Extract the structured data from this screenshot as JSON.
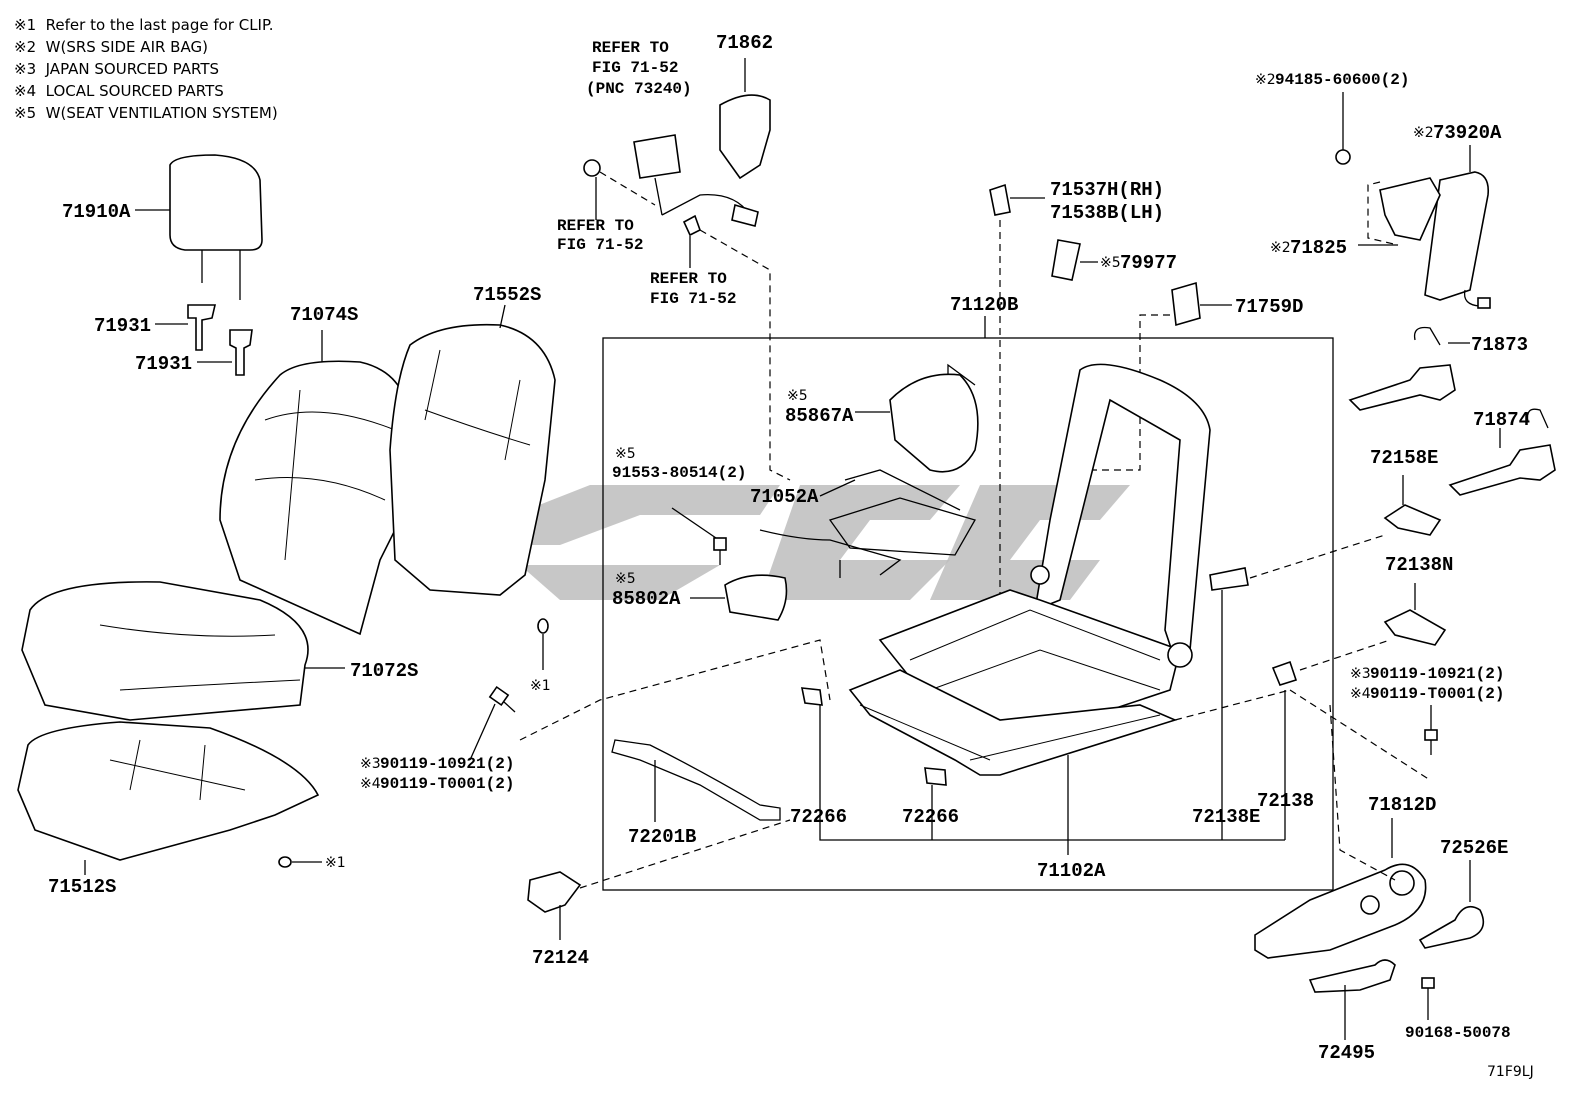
{
  "notes": [
    "※1  Refer to the last page for CLIP.",
    "※2  W(SRS SIDE AIR BAG)",
    "※3  JAPAN SOURCED PARTS",
    "※4  LOCAL SOURCED PARTS",
    "※5  W(SEAT VENTILATION SYSTEM)"
  ],
  "refer": {
    "top_line1": "REFER TO",
    "top_line2": "FIG 71-52",
    "top_line3": "(PNC 73240)",
    "left_line1": "REFER TO",
    "left_line2": "FIG 71-52",
    "mid_line1": "REFER TO",
    "mid_line2": "FIG 71-52"
  },
  "parts": {
    "p71862": "71862",
    "p71910A": "71910A",
    "p71931a": "71931",
    "p71931b": "71931",
    "p71074S": "71074S",
    "p71552S": "71552S",
    "p71072S": "71072S",
    "p71512S": "71512S",
    "clip1a": "※1",
    "clip1b": "※1",
    "bolt_j": "90119-10921(2)",
    "bolt_l": "90119-T0001(2)",
    "mark_j": "※3",
    "mark_l": "※4",
    "p71537H": "71537H(RH)",
    "p71538B": "71538B(LH)",
    "p79977": "79977",
    "mark_79977": "※5",
    "p71120B": "71120B",
    "p71759D": "71759D",
    "mark_85867A": "※5",
    "p85867A": "85867A",
    "mark_91553": "※5",
    "p91553": "91553-80514(2)",
    "p71052A": "71052A",
    "mark_85802A": "※5",
    "p85802A": "85802A",
    "p72201B": "72201B",
    "p72266a": "72266",
    "p72266b": "72266",
    "p71102A": "71102A",
    "p72138E": "72138E",
    "p72138": "72138",
    "p72124": "72124",
    "mark_94185": "※2",
    "p94185": "94185-60600(2)",
    "mark_73920A": "※2",
    "p73920A": "73920A",
    "mark_71825": "※2",
    "p71825": "71825",
    "p71873": "71873",
    "p71874": "71874",
    "p72158E": "72158E",
    "p72138N": "72138N",
    "r_mark_j": "※3",
    "r_bolt_j": "90119-10921(2)",
    "r_mark_l": "※4",
    "r_bolt_l": "90119-T0001(2)",
    "p71812D": "71812D",
    "p72526E": "72526E",
    "p72495": "72495",
    "p90168": "90168-50078",
    "fig_code": "71F9LJ"
  }
}
